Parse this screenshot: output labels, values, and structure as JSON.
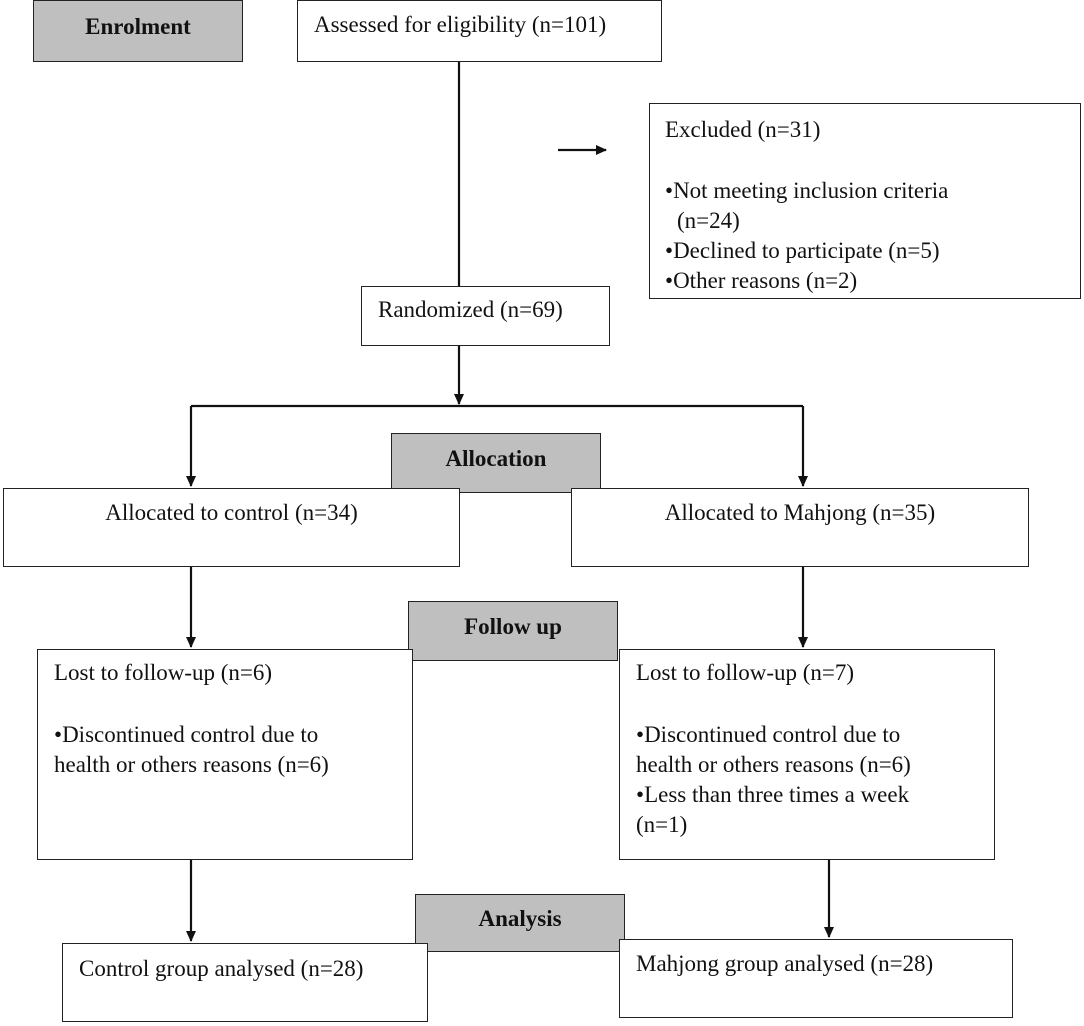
{
  "stages": {
    "enrolment": "Enrolment",
    "allocation": "Allocation",
    "follow_up": "Follow up",
    "analysis": "Analysis"
  },
  "boxes": {
    "assessed": "Assessed for eligibility (n=101)",
    "excluded": {
      "title": "Excluded (n=31)",
      "bullets": [
        "Not meeting inclusion criteria",
        "(n=24)",
        "Declined to participate (n=5)",
        "Other reasons (n=2)"
      ]
    },
    "randomized": "Randomized (n=69)",
    "allocated_control": "Allocated to control (n=34)",
    "allocated_mahjong": "Allocated to Mahjong (n=35)",
    "lost_control": {
      "title": "Lost to follow-up (n=6)",
      "lines": [
        "Discontinued control due to",
        "health or others reasons (n=6)"
      ]
    },
    "lost_mahjong": {
      "title": "Lost to follow-up (n=7)",
      "lines": [
        "Discontinued control due to",
        "health or others reasons (n=6)",
        "Less than three times a week",
        "(n=1)"
      ]
    },
    "analysed_control": "Control group analysed (n=28)",
    "analysed_mahjong": "Mahjong group analysed (n=28)"
  },
  "colors": {
    "stage_fill": "#bfbfbf",
    "line": "#111111"
  }
}
